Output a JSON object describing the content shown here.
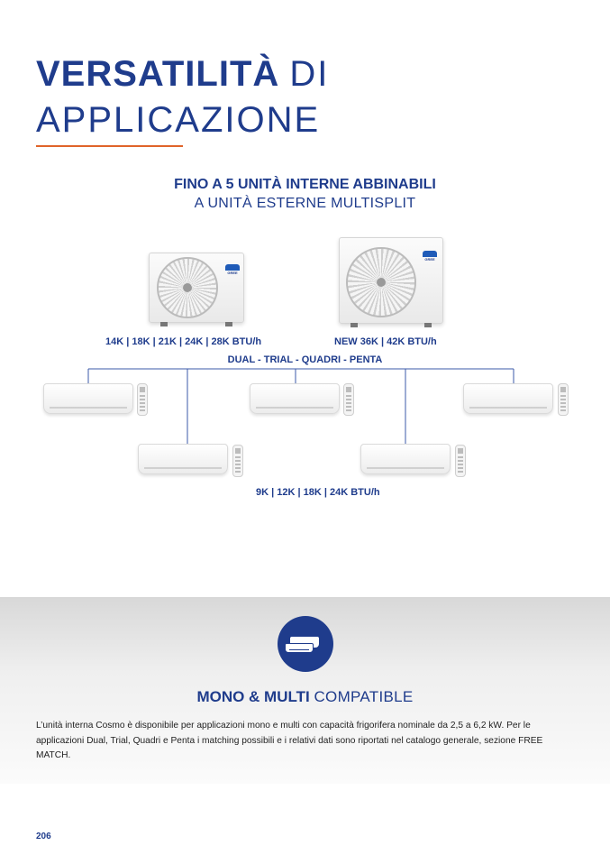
{
  "title": {
    "bold": "VERSATILITÀ",
    "thin": "DI",
    "line2": "APPLICAZIONE"
  },
  "subtitle": {
    "line1": "FINO A 5 UNITÀ INTERNE ABBINABILI",
    "line2": "A UNITÀ ESTERNE MULTISPLIT"
  },
  "outdoor_units": {
    "left_label": "14K | 18K | 21K | 24K | 28K BTU/h",
    "right_label": "NEW 36K | 42K BTU/h",
    "logo_text": "GREE"
  },
  "configurations": "DUAL - TRIAL - QUADRI - PENTA",
  "indoor_label": "9K | 12K | 18K | 24K BTU/h",
  "compat": {
    "bold": "MONO & MULTI",
    "normal": "COMPATIBLE"
  },
  "body_text": "L’unità interna Cosmo è disponibile per applicazioni mono e multi con capacità frigorifera nominale da 2,5 a 6,2 kW. Per le applicazioni Dual, Trial, Quadri e Penta i matching possibili e i relativi dati sono riportati nel catalogo generale, sezione FREE MATCH.",
  "page_number": "206",
  "colors": {
    "brand_blue": "#1f3c8c",
    "accent_orange": "#e0642a",
    "panel_gray": "#e3e3e3"
  },
  "icons": [
    "air-conditioner-units-icon"
  ]
}
